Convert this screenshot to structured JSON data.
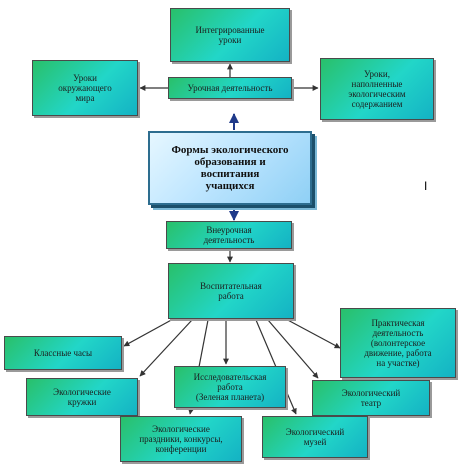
{
  "center": "Формы экологического\nобразования и\nвоспитания\nучащихся",
  "nodes": {
    "integrated": "Интегрированные\nуроки",
    "lessons_activity": "Урочная деятельность",
    "world_lessons": "Уроки\nокружающего\nмира",
    "eco_content_lessons": "Уроки,\nнаполненные\nэкологическим\nсодержанием",
    "extracurricular": "Внеурочная\nдеятельность",
    "upbringing": "Воспитательная\nработа",
    "class_hours": "Классные часы",
    "practical": "Практическая\nдеятельность\n(волонтерское\nдвижение, работа\nна участке)",
    "eco_clubs": "Экологические\nкружки",
    "research": "Исследовательская\nработа\n(Зеленая планета)",
    "eco_theatre": "Экологический\nтеатр",
    "eco_holidays": "Экологические\nпраздники, конкурсы,\nконференции",
    "eco_museum": "Экологический\nмузей"
  },
  "stray_mark": "I",
  "colors": {
    "box_fill_start": "#29c06a",
    "box_fill_end": "#14b2c4",
    "center_fill": "#bfe6ff",
    "center_border": "#2d6d8f",
    "arrow_dark": "#1f3a8a",
    "arrow_light": "#333333"
  }
}
